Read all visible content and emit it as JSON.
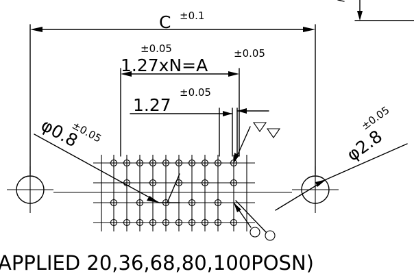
{
  "drawing": {
    "dim_C": "C",
    "tol_C": "±0.1",
    "dim_pitch_total": "1.27xN=A",
    "tol_pitch_total_left": "±0.05",
    "tol_pitch_total_right": "±0.05",
    "dim_pitch": "1.27",
    "tol_pitch": "±0.05",
    "dim_small_hole": "φ0.8",
    "tol_small_hole": "±0.05",
    "dim_large_hole": "φ2.8",
    "tol_large_hole": "±0.05",
    "note": "APPLIED  20,36,68,80,100POSN)"
  }
}
